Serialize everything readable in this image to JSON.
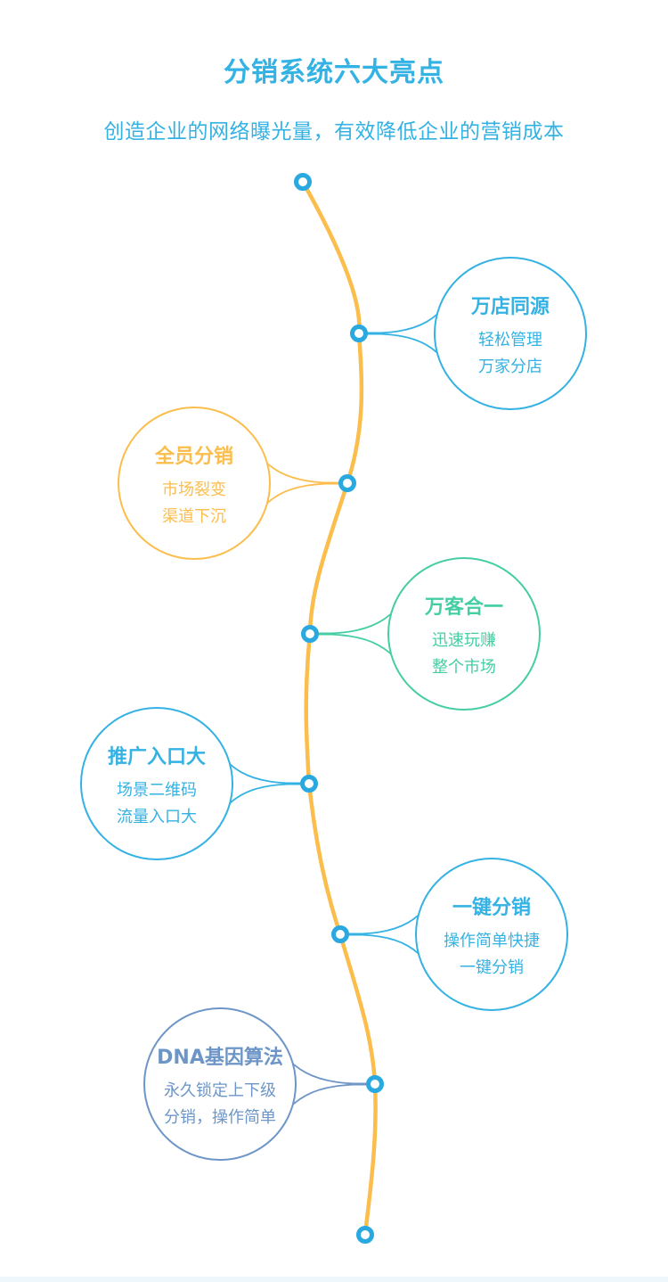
{
  "heading": "分销系统六大亮点",
  "subheading": "创造企业的网络曝光量，有效降低企业的营销成本",
  "colors": {
    "blue": "#34b2e3",
    "orange": "#fbbd4b",
    "green": "#45cda4",
    "slate": "#6d96c7",
    "spine": "#fbbd4b",
    "dot": "#2aa9e0"
  },
  "highlights": [
    {
      "title": "万店同源",
      "lines": [
        "轻松管理",
        "万家分店"
      ],
      "side": "right",
      "color": "blue"
    },
    {
      "title": "全员分销",
      "lines": [
        "市场裂变",
        "渠道下沉"
      ],
      "side": "left",
      "color": "orange"
    },
    {
      "title": "万客合一",
      "lines": [
        "迅速玩赚",
        "整个市场"
      ],
      "side": "right",
      "color": "green"
    },
    {
      "title": "推广入口大",
      "lines": [
        "场景二维码",
        "流量入口大"
      ],
      "side": "left",
      "color": "blue"
    },
    {
      "title": "一键分销",
      "lines": [
        "操作简单快捷",
        "一键分销"
      ],
      "side": "right",
      "color": "blue"
    },
    {
      "title": "DNA基因算法",
      "lines": [
        "永久锁定上下级",
        "分销，操作简单"
      ],
      "side": "left",
      "color": "slate"
    }
  ]
}
